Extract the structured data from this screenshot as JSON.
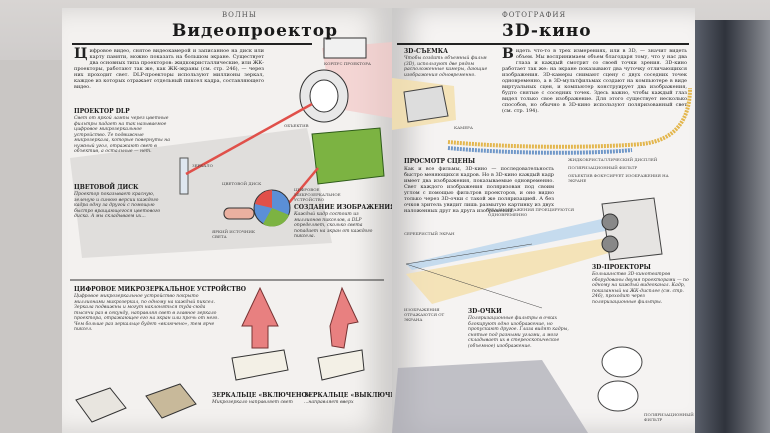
{
  "left_page": {
    "running_head": "Волны",
    "title": "Видеопроектор",
    "intro_dropcap": "Ц",
    "intro": "ифровое видео, снятое видеокамерой и записанное на диск или карту памяти, можно показать на большом экране. Существует два основных типа проекторов: жидкокристаллические, или ЖК-проекторы, работают так же, как ЖК-экраны (см. стр. 246), — через них проходит свет. DLP-проекторы используют миллионы зеркал, каждое из которых отражает отдельный пиксел кадра, составляющего видео.",
    "dlp": {
      "heading": "Проектор DLP",
      "text": "Свет от яркой лампы через цветные фильтры падает на так называемое цифровое микрозеркальное устройство. Те подвижные микрозеркала, которые повернуты на нужный угол, отражают свет в объектив, а остальные — нет."
    },
    "color_disc": {
      "heading": "Цветовой диск",
      "text": "Проектор показывает красную, зеленую и синюю версии каждого кадра одну за другой с помощью быстро вращающегося цветового диска. А мы складываем их..."
    },
    "image_creation": {
      "heading": "Создание изображения",
      "text": "Каждый кадр состоит из миллионов пикселов, а DLP определяет, сколько света попадает на экран от каждого пиксела."
    },
    "dmd": {
      "heading": "Цифровое микрозеркальное устройство",
      "text": "Цифровое микрозеркальное устройство покрыто миллионами микрозеркал, по одному на каждый пиксел. Зеркала подвижны и могут наклоняться туда-сюда тысячи раз в секунду, направляя свет в главное зеркало проектора, отражающее его на экран или прочь от него. Чем больше раз зеркальце будет «включено», тем ярче пиксел."
    },
    "mirror_on": {
      "heading": "Зеркальце «включено»",
      "text": "Микрозеркало направляет свет"
    },
    "mirror_off": {
      "heading": "Зеркальце «выключено»",
      "text": "...направляет вверх"
    },
    "labels": {
      "housing": "Корпус проектора",
      "lens": "Объектив",
      "mirror": "Зеркало",
      "color_disc": "Цветовой диск",
      "dmd": "Цифровое микрозеркальное устройство",
      "light_source": "Яркий источник света"
    }
  },
  "right_page": {
    "running_head": "Фотография",
    "title": "3D-кино",
    "intro_dropcap": "В",
    "intro": "идеть что-то в трех измерениях, или в 3D, — значит видеть объем. Мы воспринимаем объем благодаря тому, что у нас два глаза и каждый смотрит со своей точки зрения. 3D-кино работает так же: на экране показывают два чуточку отличающихся изображения. 3D-камеры снимают сцену с двух соседних точек одновременно, а в 3D-мультфильмах создают на компьютере в виде виртуальных сцен, и компьютер конструирует два изображения, будто снятые с соседних точек. Здесь важно, чтобы каждый глаз видел только свое изображение. Для этого существует несколько способов, но обычно в 3D-кино используют поляризованный свет (см. стр. 194).",
    "shooting": {
      "heading": "3D-съемка",
      "text": "Чтобы создать объемный фильм (3D), используют две рядом расположенные камеры, дающие изображения одновременно."
    },
    "viewing": {
      "heading": "Просмотр сцены",
      "text": "Как и все фильмы, 3D-кино — последовательность быстро меняющихся кадров. Но в 3D-кино каждый кадр имеет два изображения, показываемые одновременно. Свет каждого изображения поляризован под своим углом с помощью фильтров проекторов, и оно видно только через 3D-очки с такой же поляризацией. А без очков зритель увидит лишь размытую картинку из двух наложенных друг на друга изображений."
    },
    "projectors": {
      "heading": "3D-проекторы",
      "text": "Большинство 3D-кинотеатров оборудованы двумя проекторами — по одному на каждый видеоканал. Кадр, показанный на ЖК-дисплее (см. стр. 246), проходит через поляризационные фильтры."
    },
    "glasses": {
      "heading": "3D-очки",
      "text": "Поляризационные фильтры в очках блокируют одно изображение, но пропускают другое. Глаза видят кадры, снятые под разными углами, а мозг складывает их в стереоскопическое (объемное) изображение."
    },
    "labels": {
      "camera": "Камера",
      "lcd": "Жидкокристаллический дисплей",
      "polarizer": "Поляризационный фильтр",
      "lens_focus": "Объектив фокусирует изображения на экране",
      "screen": "Серебристый экран",
      "both_images": "Оба изображения проецируются одновременно",
      "reflected": "Изображения отражаются от экрана",
      "polarizer_glasses": "Поляризационный фильтр"
    }
  },
  "colors": {
    "red": "#e0504a",
    "green": "#7cb342",
    "blue_beam": "#b9d4ec",
    "yellow_beam": "#f3dfae"
  }
}
